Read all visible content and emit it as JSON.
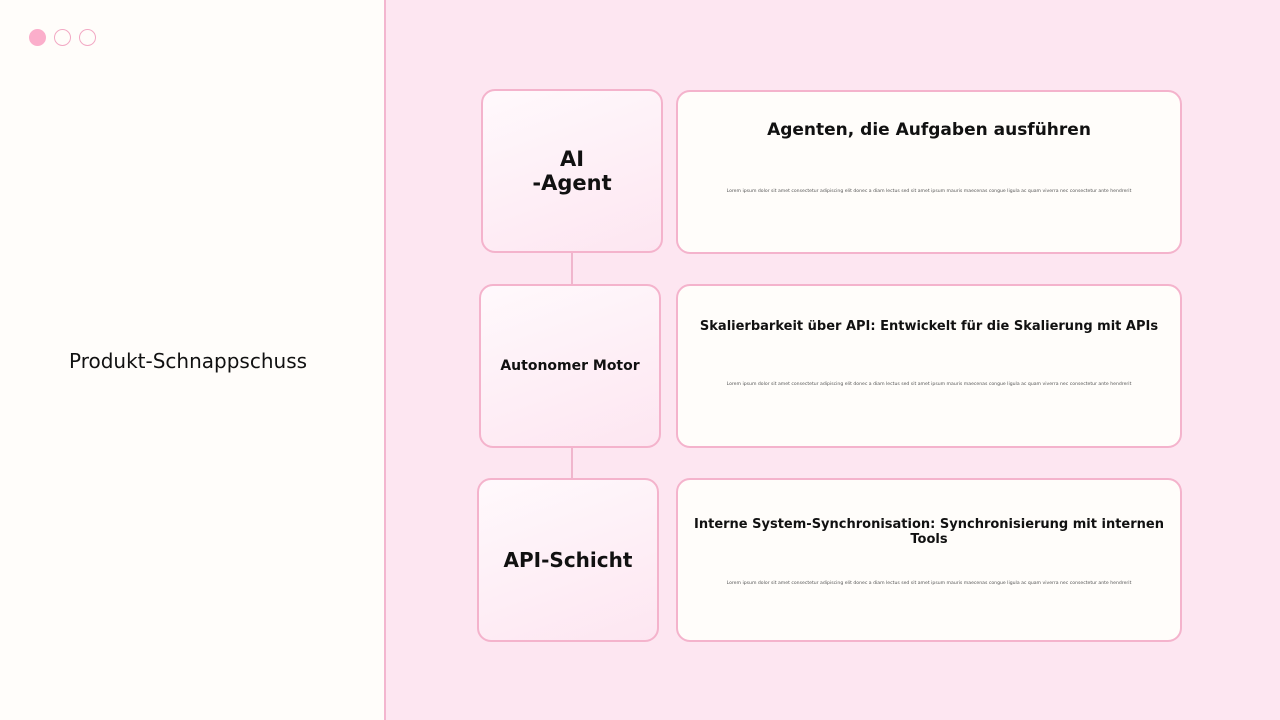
{
  "nav": {
    "dots": [
      {
        "active": true
      },
      {
        "active": false
      },
      {
        "active": false
      }
    ]
  },
  "sidebar": {
    "title": "Produkt-Schnappschuss"
  },
  "rows": [
    {
      "label": "AI\n-Agent",
      "heading": "Agenten, die Aufgaben ausführen",
      "body": "Lorem ipsum dolor sit amet consectetur adipiscing elit donec a diam lectus sed sit amet ipsum mauris maecenas congue ligula ac quam viverra nec consectetur ante hendrerit"
    },
    {
      "label": "Autonomer Motor",
      "heading": "Skalierbarkeit über API: Entwickelt für die Skalierung mit APIs",
      "body": "Lorem ipsum dolor sit amet consectetur adipiscing elit donec a diam lectus sed sit amet ipsum mauris maecenas congue ligula ac quam viverra nec consectetur ante hendrerit"
    },
    {
      "label": "API-Schicht",
      "heading": "Interne System-Synchronisation: Synchronisierung mit internen Tools",
      "body": "Lorem ipsum dolor sit amet consectetur adipiscing elit donec a diam lectus sed sit amet ipsum mauris maecenas congue ligula ac quam viverra nec consectetur ante hendrerit"
    }
  ],
  "colors": {
    "accent": "#fbaecb",
    "border": "#f4b3cc",
    "background": "#fde6f1",
    "panel": "#fffdfa"
  }
}
